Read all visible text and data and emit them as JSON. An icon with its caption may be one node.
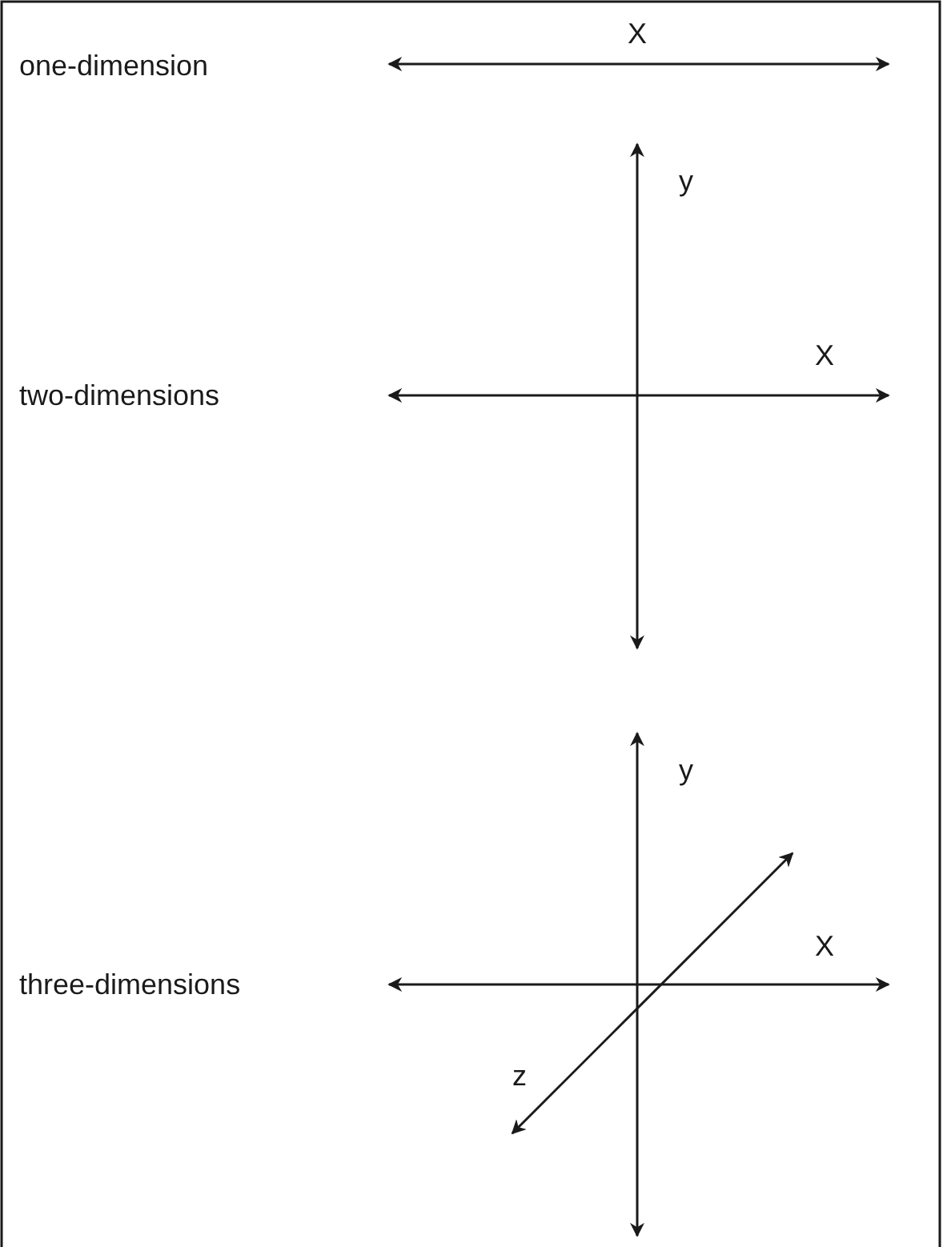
{
  "diagram": {
    "labels": [
      "one-dimension",
      "X",
      "y",
      "two-dimensions",
      "X",
      "y",
      "X",
      "three-dimensions",
      "z"
    ]
  }
}
